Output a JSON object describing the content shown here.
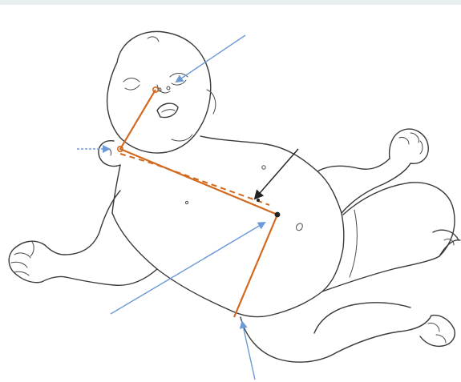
{
  "colors": {
    "background": "#ffffff",
    "sketch": "#3a3a3a",
    "measure_line": "#d2691e",
    "guide_arrow": "#6b9ad6",
    "pointer_arrow": "#222222"
  },
  "figure": {
    "subject": "infant-line-drawing",
    "annotations": [
      "nose-to-ear-to-xiphoid-to-umbilicus-measurement",
      "dashed-tube-path",
      "blue-guide-arrows",
      "black-pointer-arrow"
    ]
  }
}
